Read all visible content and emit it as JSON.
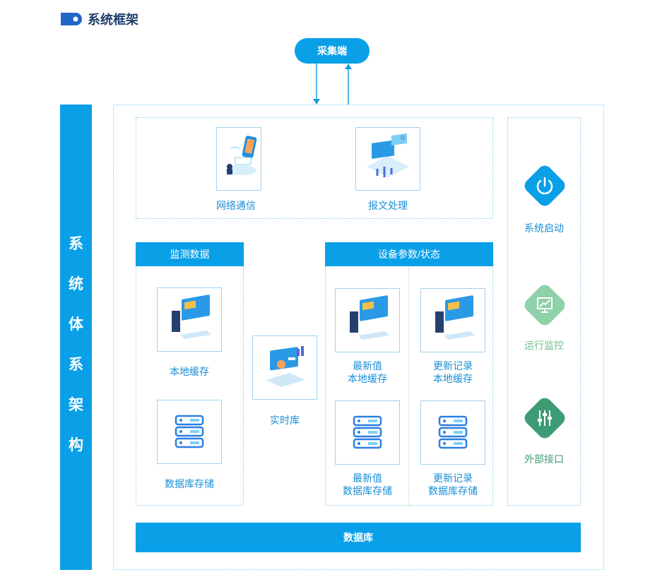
{
  "header": {
    "title": "系统框架"
  },
  "collector": {
    "label": "采集端"
  },
  "side": {
    "chars": [
      "系",
      "统",
      "体",
      "系",
      "架",
      "构"
    ]
  },
  "top_panel": {
    "network": {
      "label": "网络通信"
    },
    "report": {
      "label": "报文处理"
    }
  },
  "monitor": {
    "title": "监测数据",
    "local_cache": "本地缓存",
    "db_store": "数据库存储"
  },
  "realtime": {
    "label": "实时库"
  },
  "device": {
    "title": "设备参数/状态",
    "latest_cache": [
      "最新值",
      "本地缓存"
    ],
    "history_cache": [
      "更新记录",
      "本地缓存"
    ],
    "latest_db": [
      "最新值",
      "数据库存储"
    ],
    "history_db": [
      "更新记录",
      "数据库存储"
    ]
  },
  "right": {
    "start": {
      "label": "系统启动",
      "color": "#0aa0e8"
    },
    "monitor": {
      "label": "运行监控",
      "color": "#8fd1a8"
    },
    "external": {
      "label": "外部接口",
      "color": "#3e9c74"
    }
  },
  "database": {
    "label": "数据库"
  }
}
